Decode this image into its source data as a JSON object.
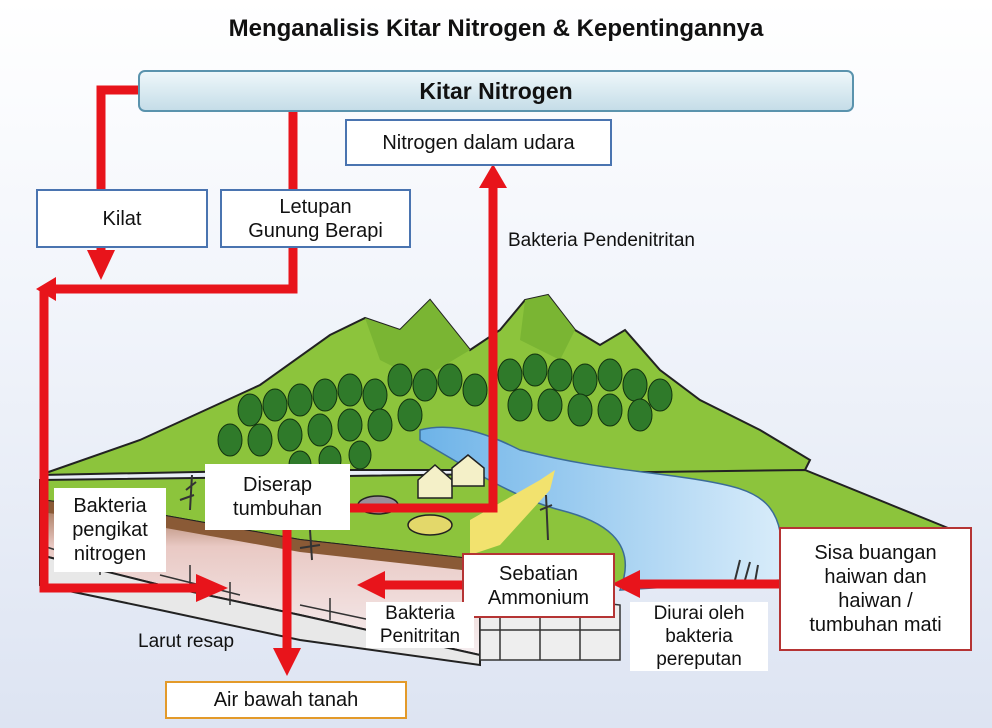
{
  "title": "Menganalisis Kitar Nitrogen & Kepentingannya",
  "header": "Kitar Nitrogen",
  "boxes": {
    "nitrogen_udara": "Nitrogen dalam udara",
    "kilat": "Kilat",
    "letupan": "Letupan\nGunung Berapi",
    "diserap": "Diserap\ntumbuhan",
    "bakteria_pengikat": "Bakteria\npengikat\nnitrogen",
    "sebatian": "Sebatian\nAmmonium",
    "sisa": "Sisa buangan\nhaiwan dan\nhaiwan /\ntumbuhan mati",
    "air_bawah": "Air bawah tanah"
  },
  "labels": {
    "pendenitritan": "Bakteria Pendenitritan",
    "penitritan": "Bakteria\nPenitritan",
    "larut_resap": "Larut resap",
    "diurai": "Diurai oleh\nbakteria\npereputan"
  },
  "colors": {
    "arrow": "#e8141b",
    "box_blue": "#4a74b0",
    "box_red": "#b53434",
    "box_orange": "#e39a2a"
  }
}
